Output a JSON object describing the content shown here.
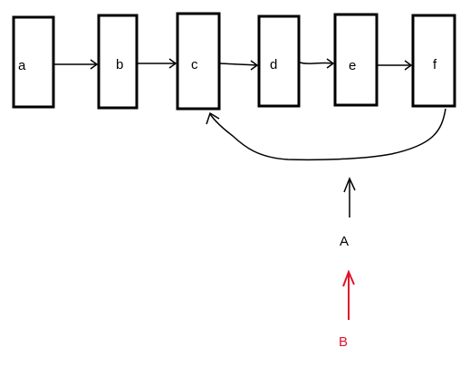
{
  "diagram": {
    "nodes": [
      {
        "id": "a",
        "label": "a"
      },
      {
        "id": "b",
        "label": "b"
      },
      {
        "id": "c",
        "label": "c"
      },
      {
        "id": "d",
        "label": "d"
      },
      {
        "id": "e",
        "label": "e"
      },
      {
        "id": "f",
        "label": "f"
      }
    ],
    "edges": [
      {
        "from": "a",
        "to": "b"
      },
      {
        "from": "b",
        "to": "c"
      },
      {
        "from": "c",
        "to": "d"
      },
      {
        "from": "d",
        "to": "e"
      },
      {
        "from": "e",
        "to": "f"
      },
      {
        "from": "f",
        "to": "c",
        "kind": "loop-back"
      }
    ],
    "pointers": [
      {
        "label": "A",
        "color": "#000000"
      },
      {
        "label": "B",
        "color": "#e0142a"
      }
    ]
  }
}
